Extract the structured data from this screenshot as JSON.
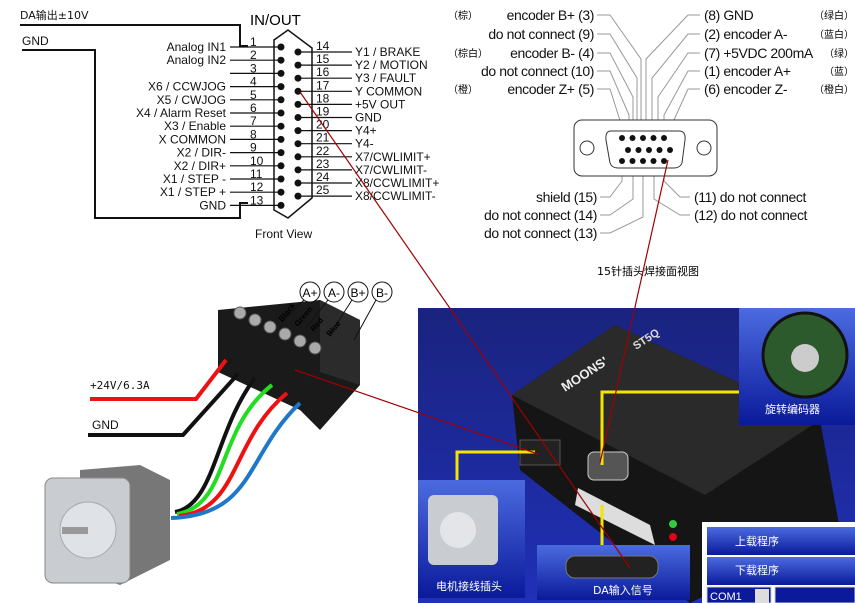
{
  "io_connector": {
    "title": "IN/OUT",
    "caption": "Front View",
    "da_output_label": "DA输出±10V",
    "gnd_label": "GND",
    "left_pins": [
      {
        "num": "1",
        "label": "Analog IN1"
      },
      {
        "num": "2",
        "label": "Analog IN2"
      },
      {
        "num": "3",
        "label": ""
      },
      {
        "num": "4",
        "label": "X6 / CCWJOG"
      },
      {
        "num": "5",
        "label": "X5 / CWJOG"
      },
      {
        "num": "6",
        "label": "X4 / Alarm Reset"
      },
      {
        "num": "7",
        "label": "X3 /  Enable"
      },
      {
        "num": "8",
        "label": "X COMMON"
      },
      {
        "num": "9",
        "label": "X2 / DIR-"
      },
      {
        "num": "10",
        "label": "X2 / DIR+"
      },
      {
        "num": "11",
        "label": "X1 / STEP -"
      },
      {
        "num": "12",
        "label": "X1 / STEP +"
      },
      {
        "num": "13",
        "label": "GND"
      }
    ],
    "right_pins": [
      {
        "num": "14",
        "label": "Y1 / BRAKE"
      },
      {
        "num": "15",
        "label": "Y2 / MOTION"
      },
      {
        "num": "16",
        "label": "Y3 / FAULT"
      },
      {
        "num": "17",
        "label": "Y COMMON"
      },
      {
        "num": "18",
        "label": "+5V OUT"
      },
      {
        "num": "19",
        "label": "GND"
      },
      {
        "num": "20",
        "label": "Y4+"
      },
      {
        "num": "21",
        "label": "Y4-"
      },
      {
        "num": "22",
        "label": "X7/CWLIMIT+"
      },
      {
        "num": "23",
        "label": "X7/CWLIMIT-"
      },
      {
        "num": "24",
        "label": "X8/CCWLIMIT+"
      },
      {
        "num": "25",
        "label": "X8/CCWLIMIT-"
      }
    ]
  },
  "encoder_connector": {
    "caption": "15针插头焊接面视图",
    "top_left": [
      {
        "color": "（棕）",
        "label": "encoder B+ (3)"
      },
      {
        "color": "",
        "label": "do not connect (9)"
      },
      {
        "color": "（棕白）",
        "label": "encoder B- (4)"
      },
      {
        "color": "",
        "label": "do not connect (10)"
      },
      {
        "color": "（橙）",
        "label": "encoder Z+ (5)"
      }
    ],
    "top_right": [
      {
        "label": "(8) GND",
        "color": "（绿白）"
      },
      {
        "label": "(2) encoder A-",
        "color": "（蓝白）"
      },
      {
        "label": "(7) +5VDC 200mA",
        "color": "（绿）"
      },
      {
        "label": "(1) encoder A+",
        "color": "（蓝）"
      },
      {
        "label": "(6) encoder Z-",
        "color": "（橙白）"
      }
    ],
    "bottom_left": [
      "shield (15)",
      "do not connect (14)",
      "do not connect (13)"
    ],
    "bottom_right": [
      "(11) do not connect",
      "(12) do not connect"
    ]
  },
  "motor_wiring": {
    "power_label": "+24V/6.3A",
    "gnd_label": "GND",
    "wire_colors": [
      "Black",
      "Green",
      "Red",
      "Blue"
    ],
    "phases": [
      "A+",
      "A-",
      "B+",
      "B-"
    ],
    "colors": {
      "black": "#111111",
      "green": "#22dd22",
      "red": "#ee1111",
      "blue": "#1f77c8"
    }
  },
  "photo": {
    "brand": "MOONS'",
    "model": "ST5Q",
    "motor_caption": "电机接线插头",
    "da_caption": "DA输入信号",
    "encoder_caption": "旋转编码器",
    "software": {
      "upload_label": "上载程序",
      "download_label": "下载程序",
      "port_value": "COM1"
    },
    "colors": {
      "background": "#1c2f9e",
      "callout": "#f4e400",
      "pointer": "#a00000"
    }
  }
}
